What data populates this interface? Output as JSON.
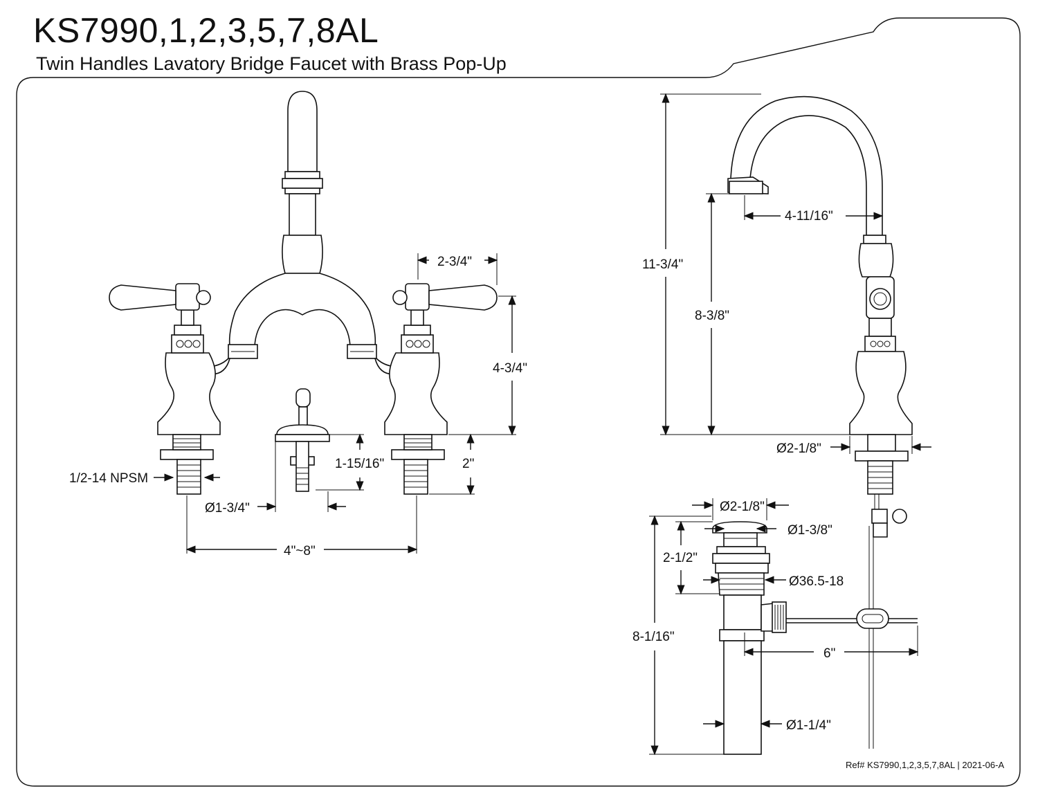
{
  "header": {
    "title": "KS7990,1,2,3,5,7,8AL",
    "subtitle": "Twin Handles Lavatory Bridge Faucet with Brass Pop-Up"
  },
  "dimensions": {
    "handle_spread": "2-3/4\"",
    "body_height": "4-3/4\"",
    "thread": "1/2-14 NPSM",
    "popup_shank_height": "1-15/16\"",
    "shank_length": "2\"",
    "popup_hole_dia": "Ø1-3/4\"",
    "center_spread": "4\"~8\"",
    "overall_height": "11-3/4\"",
    "spout_reach": "4-11/16\"",
    "spout_clearance": "8-3/8\"",
    "base_dia": "Ø2-1/8\"",
    "drain_top_dia": "Ø2-1/8\"",
    "drain_stopper_dia": "Ø1-3/8\"",
    "drain_flange_height": "2-1/2\"",
    "drain_thread": "Ø36.5-18",
    "drain_total_height": "8-1/16\"",
    "lift_rod_length": "6\"",
    "tailpiece_dia": "Ø1-1/4\""
  },
  "footer": {
    "ref": "Ref# KS7990,1,2,3,5,7,8AL | 2021-06-A"
  }
}
